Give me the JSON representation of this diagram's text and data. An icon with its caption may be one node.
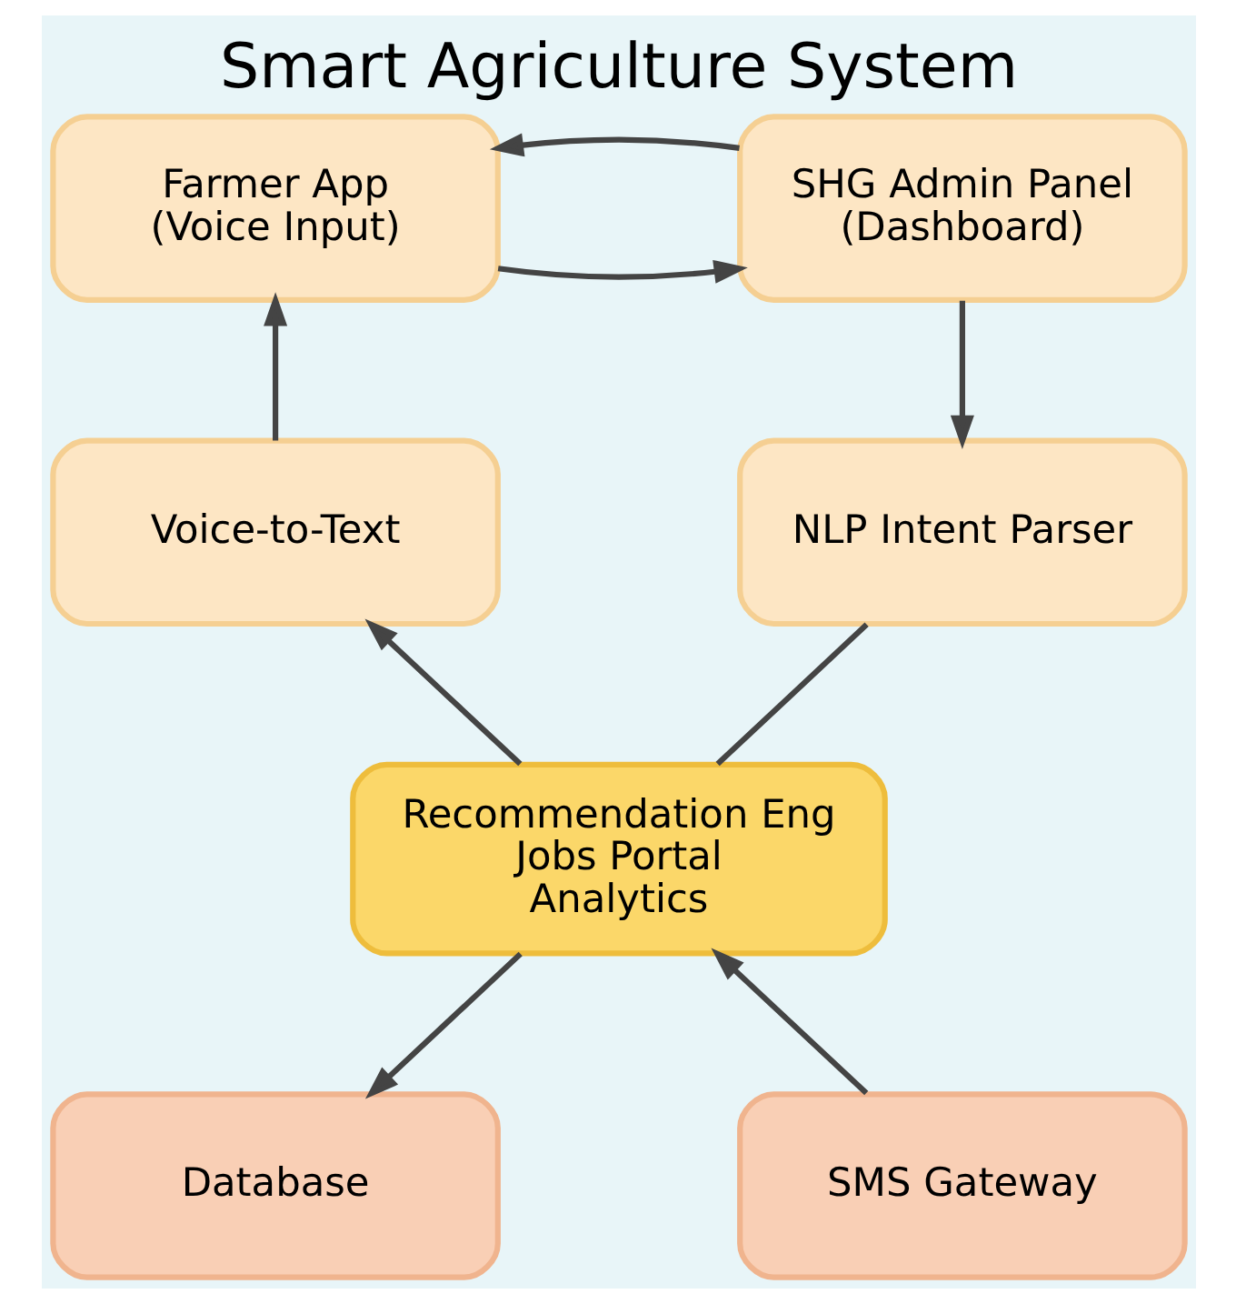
{
  "diagram": {
    "title": "Smart Agriculture System",
    "nodes": [
      {
        "text": [
          "Farmer App",
          "(Voice Input)"
        ]
      },
      {
        "text": [
          "SHG Admin Panel",
          "(Dashboard)"
        ]
      },
      {
        "text": [
          "Voice-to-Text"
        ]
      },
      {
        "text": [
          "NLP Intent Parser"
        ]
      },
      {
        "text": [
          "Recommendation Eng",
          "Jobs Portal",
          "Analytics"
        ]
      },
      {
        "text": [
          "Database"
        ]
      },
      {
        "text": [
          "SMS Gateway"
        ]
      }
    ],
    "edges": [
      {
        "from": 0,
        "to": 1,
        "arrow": "to"
      },
      {
        "from": 1,
        "to": 0,
        "arrow": "to"
      },
      {
        "from": 1,
        "to": 3,
        "arrow": "to"
      },
      {
        "from": 2,
        "to": 0,
        "arrow": "to"
      },
      {
        "from": 3,
        "to": 4,
        "arrow": "none"
      },
      {
        "from": 4,
        "to": 2,
        "arrow": "to"
      },
      {
        "from": 4,
        "to": 5,
        "arrow": "to"
      },
      {
        "from": 6,
        "to": 4,
        "arrow": "to"
      }
    ]
  }
}
